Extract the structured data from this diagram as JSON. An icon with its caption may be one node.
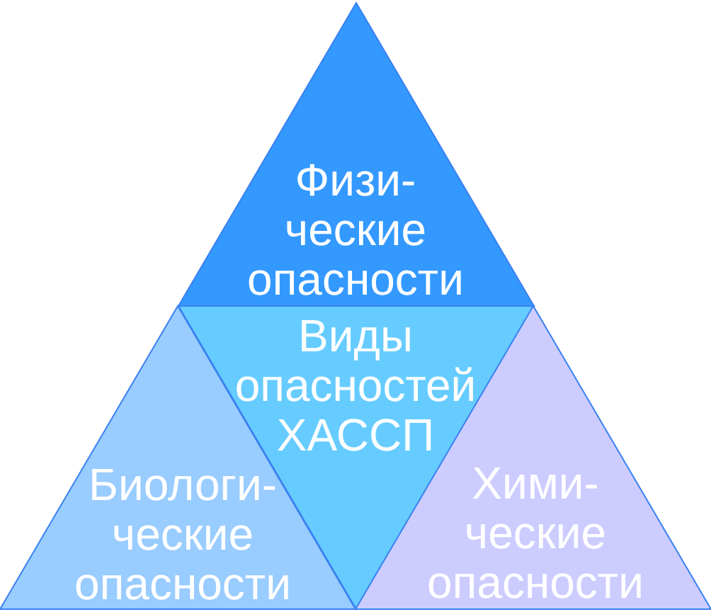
{
  "diagram": {
    "nodes": [
      {
        "text": [
          "Физи- ческие опасности"
        ]
      },
      {
        "text": [
          "Виды опасностей ХАССП"
        ]
      },
      {
        "text": [
          "Биологи- ческие опасности"
        ]
      },
      {
        "text": [
          "Хими- ческие опасности"
        ]
      }
    ]
  }
}
